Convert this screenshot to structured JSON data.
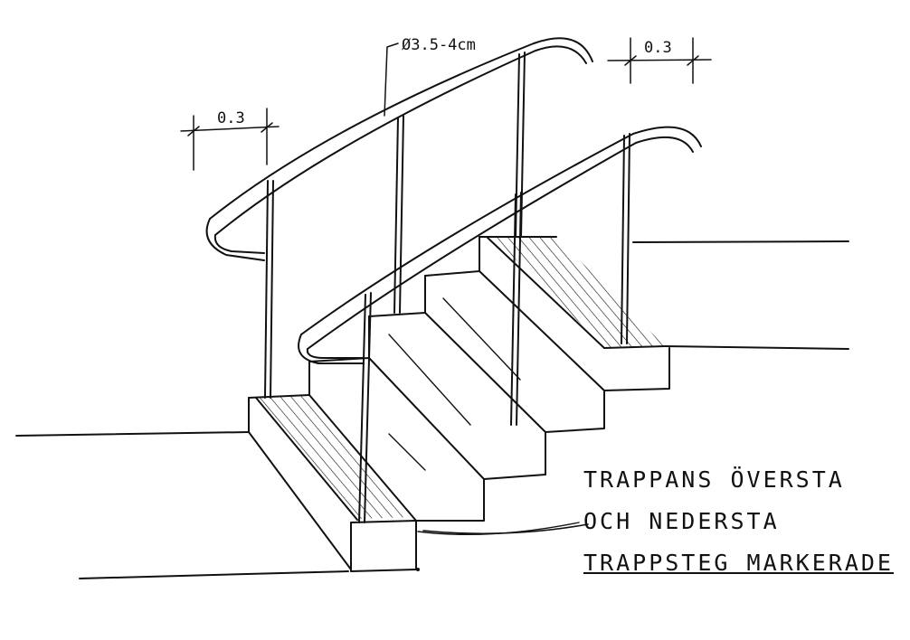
{
  "dimensions": {
    "diameter": "Ø3.5-4cm",
    "left_extension": "0.3",
    "right_extension": "0.3"
  },
  "note": {
    "line1": "TRAPPANS ÖVERSTA",
    "line2": "OCH NEDERSTA",
    "line3": "TRAPPSTEG MARKERADE"
  },
  "colors": {
    "ink": "#111111",
    "paper": "#ffffff"
  }
}
